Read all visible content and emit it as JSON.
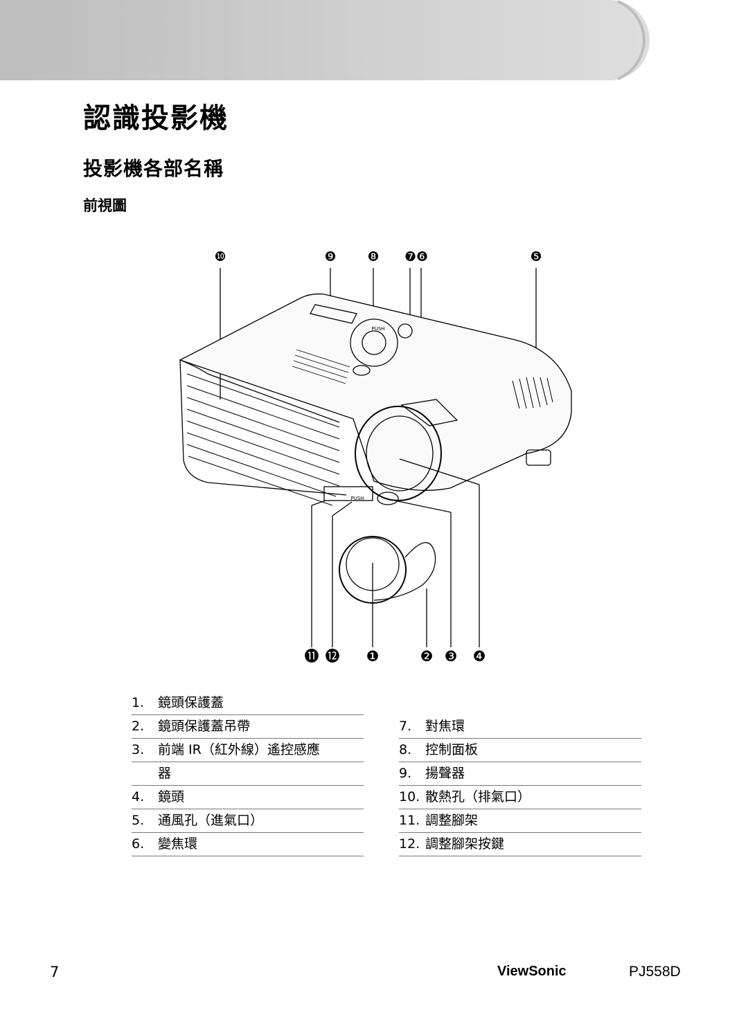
{
  "header": {
    "band_color": "#c8c8c8",
    "title": "認識投影機",
    "section_title": "投影機各部名稱",
    "subsection_title": "前視圖"
  },
  "diagram": {
    "callouts_top": [
      "❿",
      "❾",
      "❽",
      "❼❻",
      "❺"
    ],
    "callouts_bottom": [
      "⓫",
      "⓬",
      "❶",
      "❷",
      "❸",
      "❹"
    ],
    "projector_labels": {
      "push_top": "PUSH",
      "push_front": "PUSH"
    }
  },
  "legend": {
    "left": [
      {
        "num": "1.",
        "text": "鏡頭保護蓋"
      },
      {
        "num": "2.",
        "text": "鏡頭保護蓋吊帶"
      },
      {
        "num": "3.",
        "text": "前端 IR（紅外線）遙控感應"
      },
      {
        "num": "",
        "text": "器"
      },
      {
        "num": "4.",
        "text": "鏡頭"
      },
      {
        "num": "5.",
        "text": "通風孔（進氣口）"
      },
      {
        "num": "6.",
        "text": "變焦環"
      }
    ],
    "right": [
      {
        "num": "7.",
        "text": "對焦環"
      },
      {
        "num": "8.",
        "text": "控制面板"
      },
      {
        "num": "9.",
        "text": "揚聲器"
      },
      {
        "num": "10.",
        "text": "散熱孔（排氣口）"
      },
      {
        "num": "11.",
        "text": "調整腳架"
      },
      {
        "num": "12.",
        "text": "調整腳架按鍵"
      }
    ]
  },
  "footer": {
    "page_number": "7",
    "brand": "ViewSonic",
    "model": "PJ558D"
  }
}
